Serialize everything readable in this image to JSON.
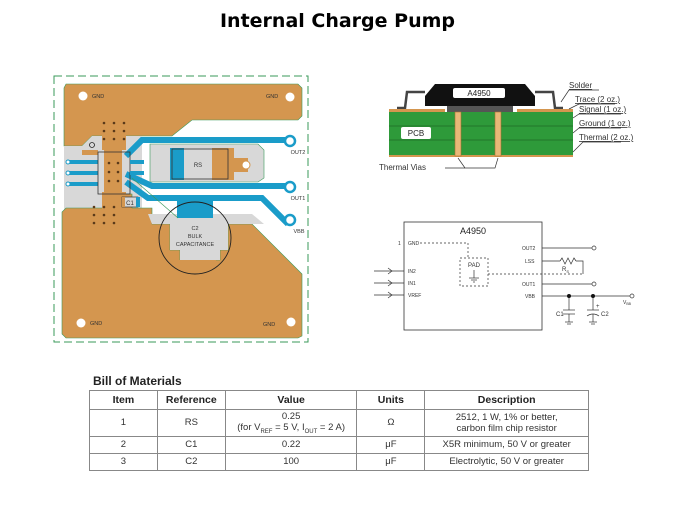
{
  "title": "Internal Charge Pump",
  "pcb_layout": {
    "labels": {
      "gnd_tl": "GND",
      "gnd_tr": "GND",
      "gnd_bl": "GND",
      "gnd_br": "GND",
      "out2": "OUT2",
      "out1": "OUT1",
      "vbb": "VBB",
      "rs": "RS",
      "c1": "C1",
      "c2_line1": "C2",
      "c2_line2": "BULK",
      "c2_line3": "CAPACITANCE"
    },
    "colors": {
      "copper": "#d4964f",
      "trace": "#1a9cc9",
      "silk": "#d8d8d8",
      "outline": "#3a9a5a"
    }
  },
  "cross_section": {
    "chip": "A4950",
    "pcb": "PCB",
    "thermal_vias": "Thermal Vias",
    "callouts": [
      "Solder",
      "Trace (2 oz.)",
      "Signal (1 oz.)",
      "Ground (1 oz.)",
      "Thermal (2 oz.)"
    ],
    "colors": {
      "board": "#2e9a3a",
      "package": "#111111"
    }
  },
  "schematic": {
    "chip": "A4950",
    "pin1": "1",
    "left_pins": [
      "GND",
      "IN2",
      "IN1",
      "VREF"
    ],
    "pad": "PAD",
    "right_pins": [
      "OUT2",
      "LSS",
      "OUT1",
      "VBB"
    ],
    "rs": "R",
    "rs_sub": "S",
    "c1": "C1",
    "c2": "C2",
    "c2_polarity": "+",
    "vbb": "V",
    "vbb_sub": "BB"
  },
  "bom": {
    "title": "Bill of Materials",
    "headers": [
      "Item",
      "Reference",
      "Value",
      "Units",
      "Description"
    ],
    "rows": [
      {
        "item": "1",
        "reference": "RS",
        "value": "0.25",
        "value_note_prefix": "(for V",
        "value_note_sub1": "REF",
        "value_note_mid": " = 5 V, I",
        "value_note_sub2": "OUT",
        "value_note_suffix": " = 2 A)",
        "units": "Ω",
        "description_line1": "2512, 1 W, 1% or better,",
        "description_line2": "carbon film chip resistor"
      },
      {
        "item": "2",
        "reference": "C1",
        "value": "0.22",
        "units": "μF",
        "description_line1": "X5R minimum, 50 V or greater"
      },
      {
        "item": "3",
        "reference": "C2",
        "value": "100",
        "units": "μF",
        "description_line1": "Electrolytic, 50 V or greater"
      }
    ]
  }
}
